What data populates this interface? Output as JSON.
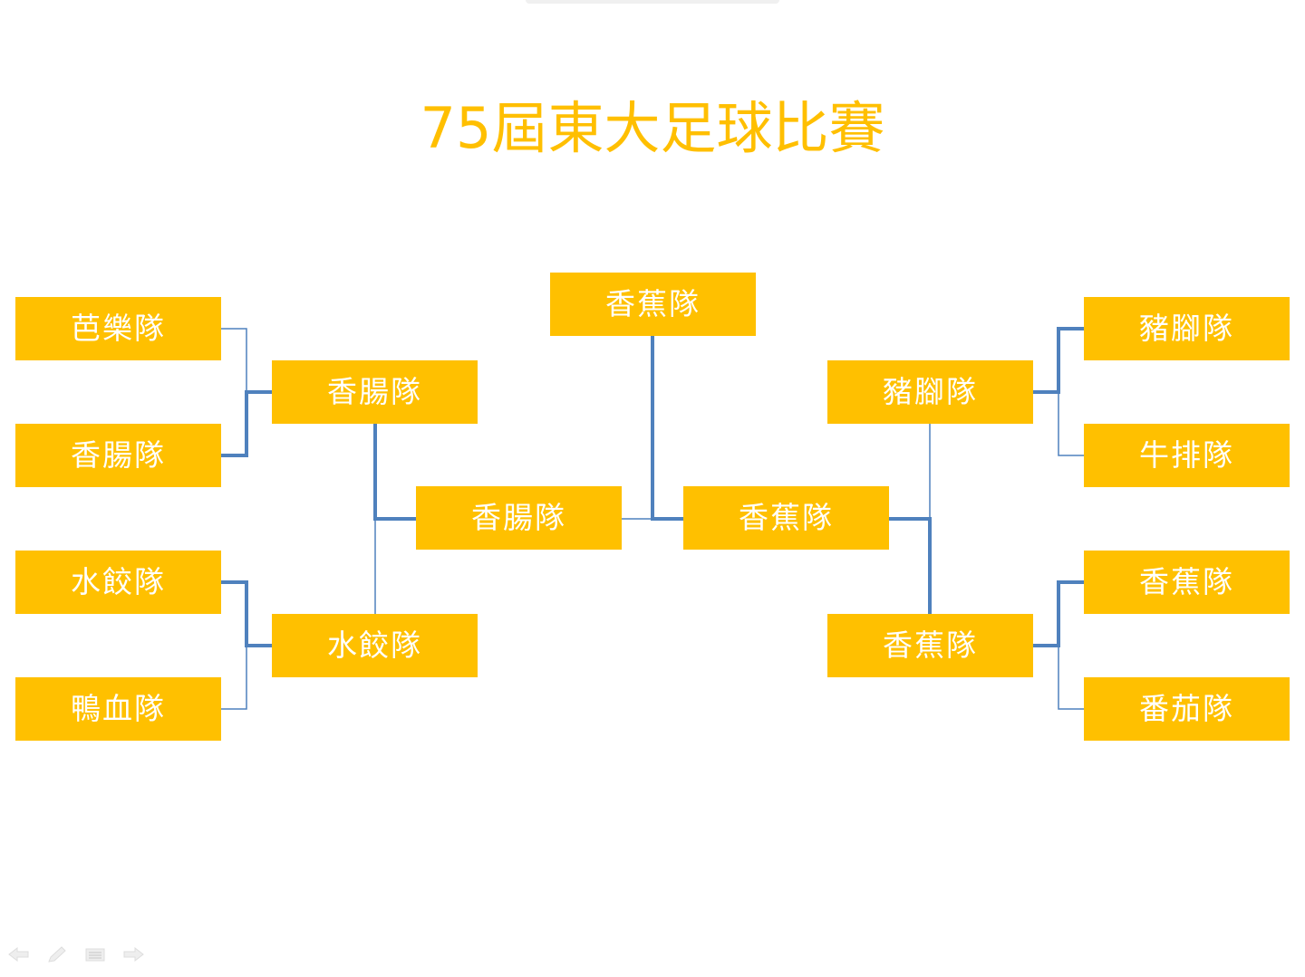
{
  "title": "75屆東大足球比賽",
  "colors": {
    "title": "#ffbf00",
    "box": "#ffc000",
    "box_text": "#ffffff",
    "line": "#4f81bd"
  },
  "bracket": {
    "champion": "香蕉隊",
    "left": {
      "round1": [
        "芭樂隊",
        "香腸隊",
        "水餃隊",
        "鴨血隊"
      ],
      "round2": [
        "香腸隊",
        "水餃隊"
      ],
      "semifinal": "香腸隊"
    },
    "right": {
      "round1": [
        "豬腳隊",
        "牛排隊",
        "香蕉隊",
        "番茄隊"
      ],
      "round2": [
        "豬腳隊",
        "香蕉隊"
      ],
      "semifinal": "香蕉隊"
    }
  },
  "icons": [
    "back-arrow-icon",
    "pen-icon",
    "menu-icon",
    "forward-arrow-icon"
  ]
}
